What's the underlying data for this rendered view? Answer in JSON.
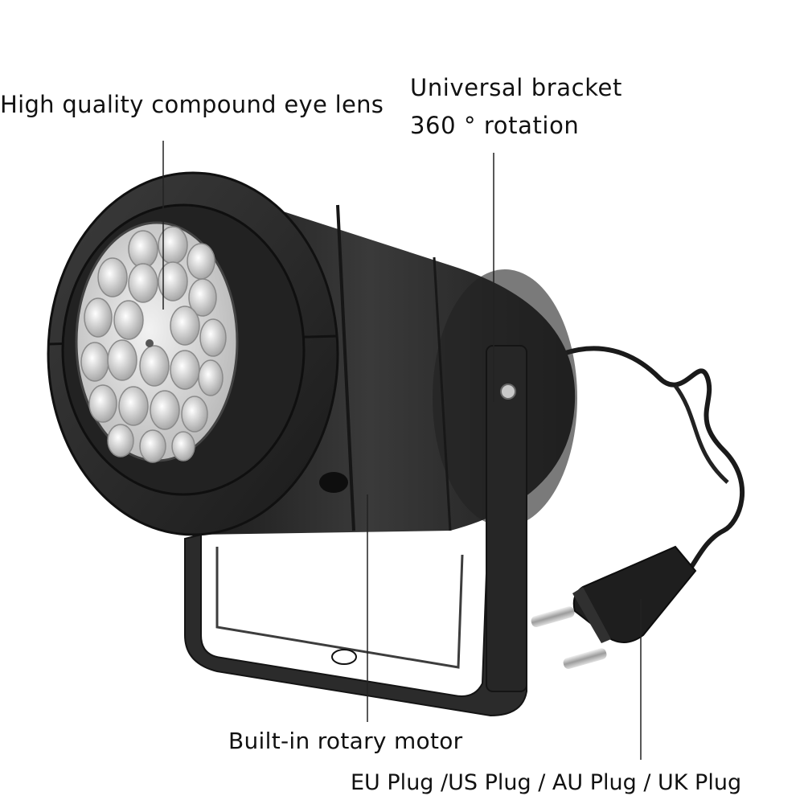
{
  "annotations": {
    "lens": "High quality compound eye lens",
    "bracket_line1": "Universal bracket",
    "bracket_line2": "360 ° rotation",
    "motor": "Built-in rotary motor",
    "plugs": "EU Plug /US Plug / AU Plug / UK Plug"
  },
  "colors": {
    "background": "#ffffff",
    "body": "#2a2a2a",
    "lens": "#d9d9d9",
    "text": "#111111"
  }
}
